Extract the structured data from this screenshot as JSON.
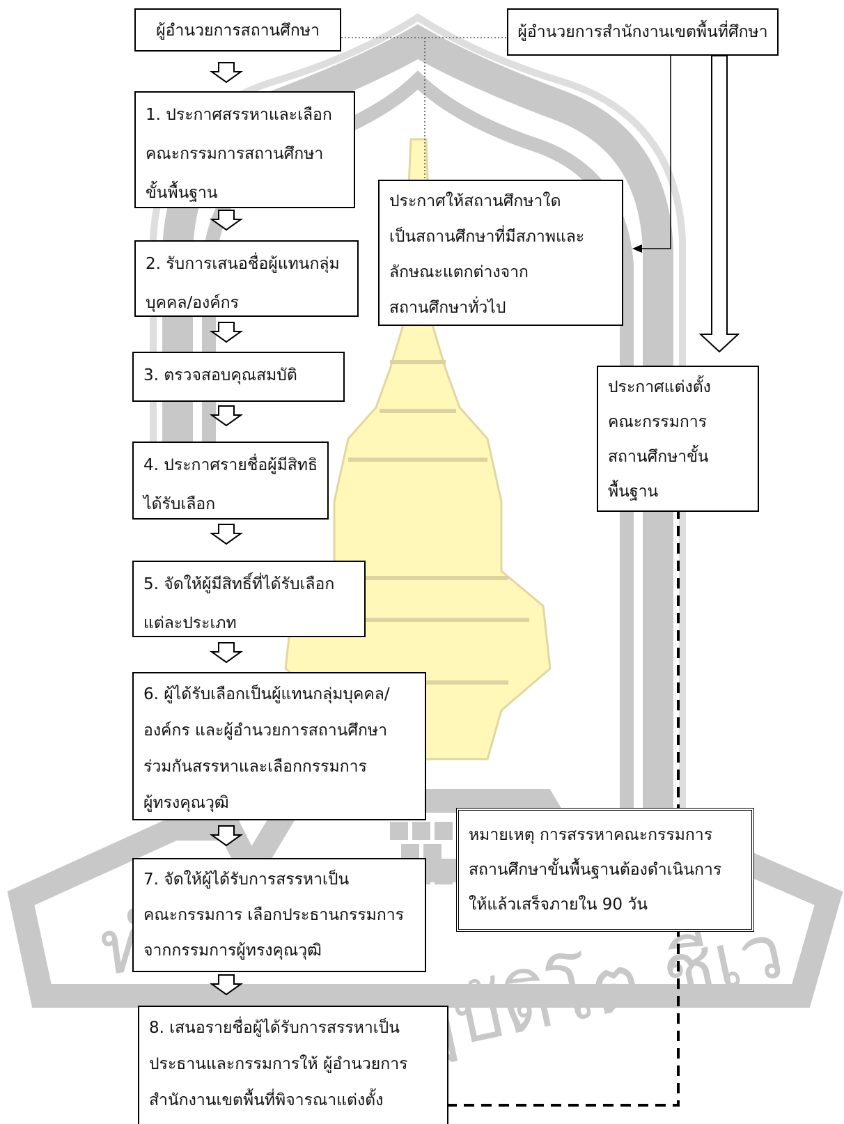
{
  "header": {
    "school_director": "ผู้อำนวยการสถานศึกษา",
    "area_director": "ผู้อำนวยการสำนักงานเขตพื้นที่ศึกษา"
  },
  "steps": [
    {
      "lines": [
        "1. ประกาศสรรหาและเลือก",
        "คณะกรรมการสถานศึกษา",
        "ขั้นพื้นฐาน"
      ]
    },
    {
      "lines": [
        "2. รับการเสนอชื่อผู้แทนกลุ่ม",
        "บุคคล/องค์กร"
      ]
    },
    {
      "lines": [
        "3. ตรวจสอบคุณสมบัติ"
      ]
    },
    {
      "lines": [
        "4. ประกาศรายชื่อผู้มีสิทธิ",
        "ได้รับเลือก"
      ]
    },
    {
      "lines": [
        "5. จัดให้ผู้มีสิทธิ์ที่ได้รับเลือก",
        "แต่ละประเภท"
      ]
    },
    {
      "lines": [
        "6. ผู้ได้รับเลือกเป็นผู้แทนกลุ่มบุคคล/",
        "องค์กร และผู้อำนวยการสถานศึกษา",
        "ร่วมกันสรรหาและเลือกกรรมการ",
        "ผู้ทรงคุณวุฒิ"
      ]
    },
    {
      "lines": [
        "7. จัดให้ผู้ได้รับการสรรหาเป็น",
        "คณะกรรมการ เลือกประธานกรรมการ",
        "จากกรรมการผู้ทรงคุณวุฒิ"
      ]
    },
    {
      "lines": [
        "8. เสนอรายชื่อผู้ได้รับการสรรหาเป็น",
        "ประธานและกรรมการให้ ผู้อำนวยการ",
        "สำนักงานเขตพื้นที่พิจารณาแต่งตั้ง"
      ]
    }
  ],
  "special_school_box": {
    "lines": [
      "ประกาศให้สถานศึกษาใด",
      "เป็นสถานศึกษาที่มีสภาพและ",
      "ลักษณะแตกต่างจาก",
      "สถานศึกษาทั่วไป"
    ]
  },
  "appoint_box": {
    "lines": [
      "ประกาศแต่งตั้ง",
      "คณะกรรมการ",
      "สถานศึกษาขั้น",
      "พื้นฐาน"
    ]
  },
  "note_box": {
    "lines": [
      "หมายเหตุ การสรรหาคณะกรรมการ",
      "สถานศึกษาขั้นพื้นฐานต้องดำเนินการ",
      "ให้แล้วเสร็จภายใน 90 วัน"
    ]
  },
  "watermark": {
    "text": "ทำหน้า ปฏิบัติโต ชีเว",
    "colors": {
      "gray": "#c8c8c8",
      "yellow": "#fff8b8"
    }
  }
}
